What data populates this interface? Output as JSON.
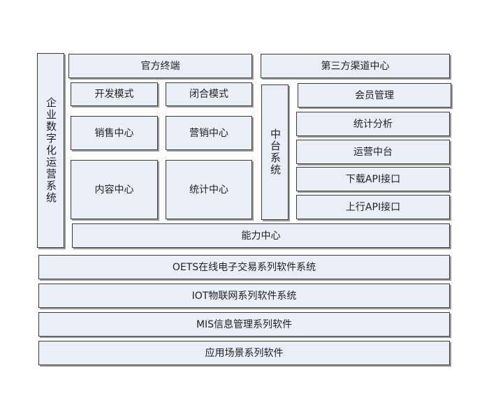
{
  "left_column": {
    "label": "企业数字化运营系统"
  },
  "top": {
    "official_terminal": "官方终端",
    "third_party_center": "第三方渠道中心"
  },
  "official_modules": {
    "dev_mode": "开发模式",
    "closed_mode": "闭合模式",
    "sales_center": "销售中心",
    "marketing_center": "营销中心",
    "content_center": "内容中心",
    "stats_center": "统计中心"
  },
  "middle_platform": {
    "label": "中台系统"
  },
  "third_party_modules": {
    "member_mgmt": "会员管理",
    "stats_analysis": "统计分析",
    "ops_platform": "运营中台",
    "download_api": "下载API接口",
    "upload_api": "上行API接口"
  },
  "capability_center": "能力中心",
  "bottom_layers": [
    "OETS在线电子交易系列软件系统",
    "IOT物联网系列软件系统",
    "MIS信息管理系列软件",
    "应用场景系列软件"
  ]
}
